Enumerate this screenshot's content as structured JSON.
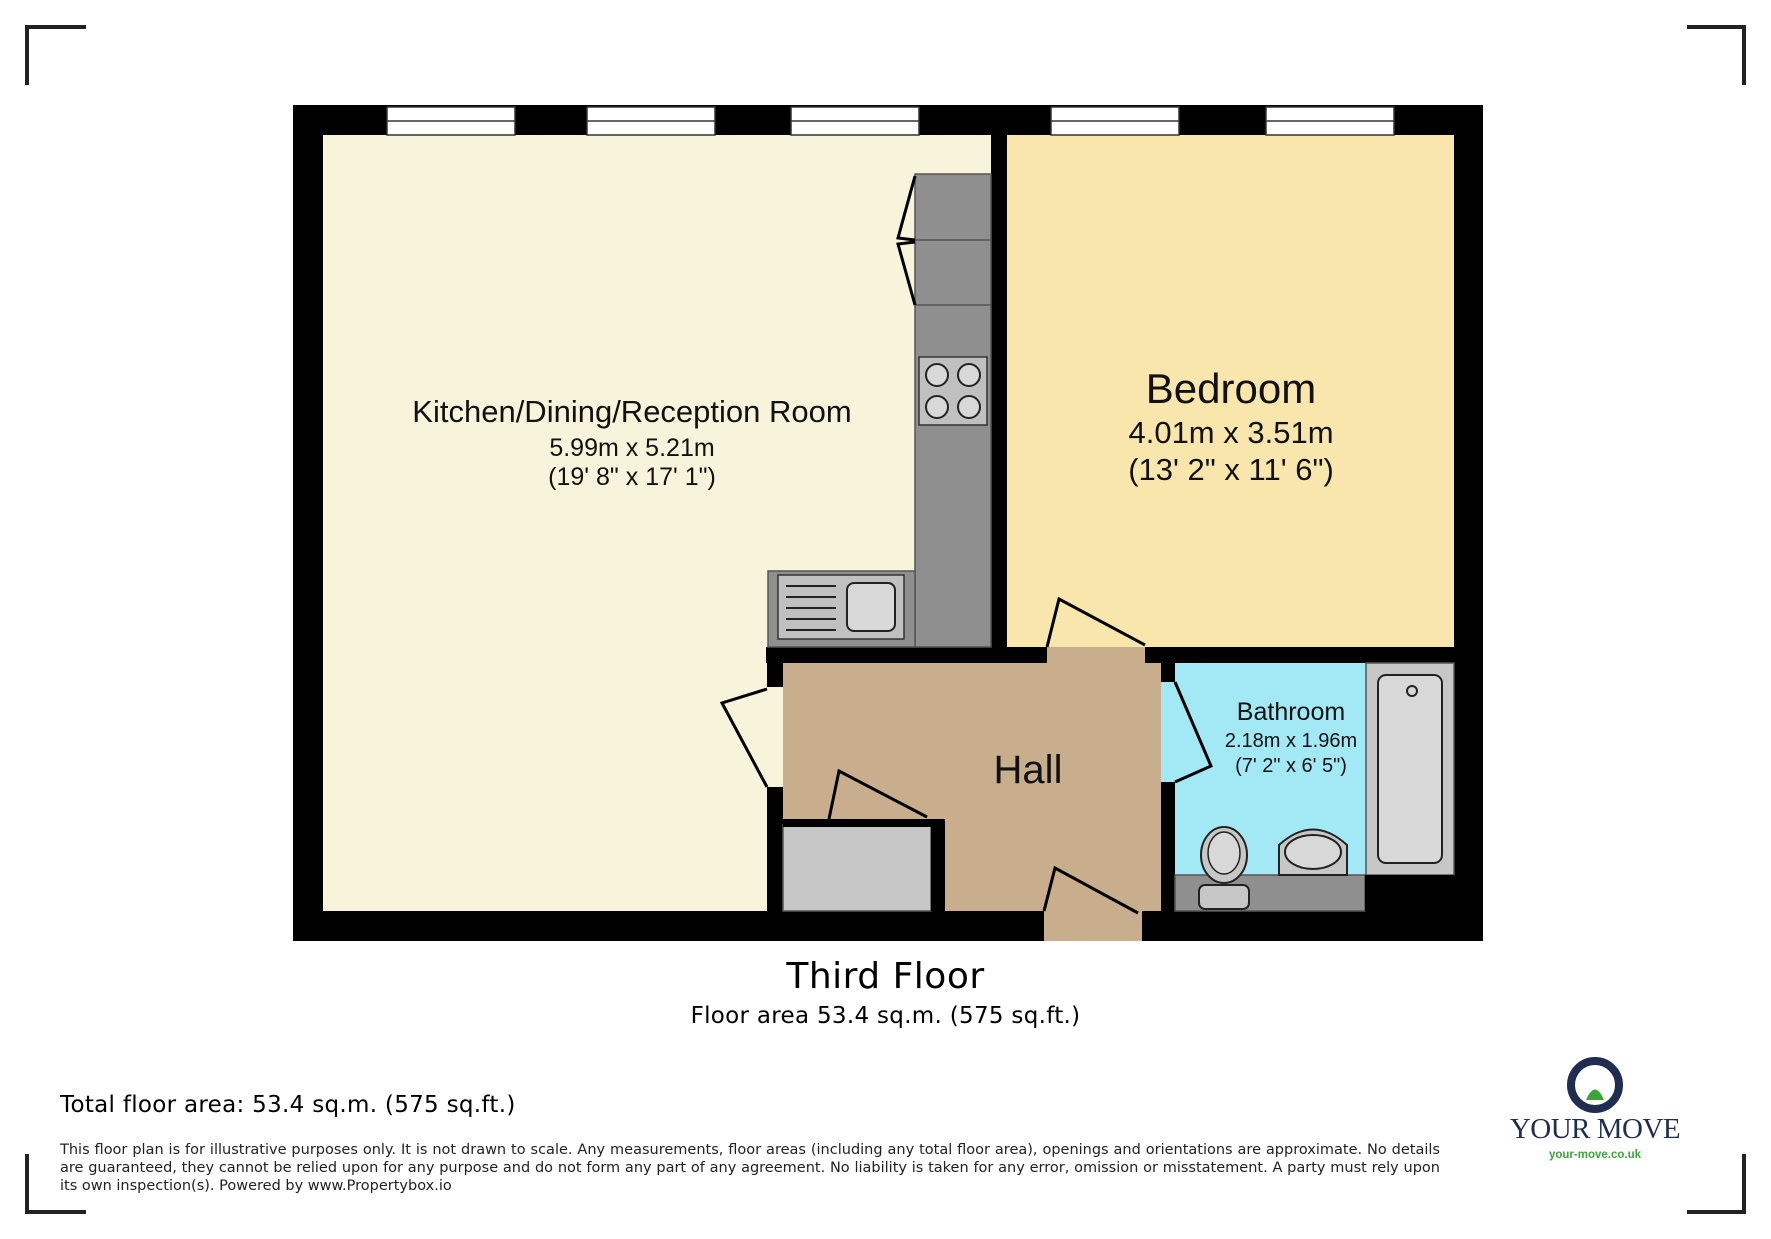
{
  "rooms": {
    "kitchen": {
      "name": "Kitchen/Dining/Reception Room",
      "size_metric": "5.99m x 5.21m",
      "size_imperial": "(19' 8\" x 17' 1\")"
    },
    "bedroom": {
      "name": "Bedroom",
      "size_metric": "4.01m x 3.51m",
      "size_imperial": "(13' 2\" x 11' 6\")"
    },
    "bathroom": {
      "name": "Bathroom",
      "size_metric": "2.18m x 1.96m",
      "size_imperial": "(7' 2\" x 6' 5\")"
    },
    "hall": {
      "name": "Hall"
    }
  },
  "floor": {
    "title": "Third Floor",
    "area": "Floor area 53.4 sq.m. (575 sq.ft.)"
  },
  "total_area": "Total floor area: 53.4 sq.m. (575 sq.ft.)",
  "disclaimer": "This floor plan is for illustrative purposes only. It is not drawn to scale. Any measurements, floor areas (including any total floor area), openings and orientations are approximate. No details are guaranteed, they cannot be relied upon for any purpose and do not form any part of any agreement. No liability is taken for any error, omission or misstatement. A party must rely upon its own inspection(s). Powered by www.Propertybox.io",
  "brand": {
    "name": "YOUR MOVE",
    "url": "your-move.co.uk",
    "logo_ring_color": "#1f2e50",
    "logo_leaf_color": "#3aa63a"
  },
  "colors": {
    "wall": "#000000",
    "kitchen_floor": "#f8f4dc",
    "bedroom_floor": "#f8e6ad",
    "hall_floor": "#c8ae8c",
    "bathroom_floor": "#a2e9f5",
    "counter": "#8f8f8f",
    "cupboard": "#c7c7c7"
  }
}
